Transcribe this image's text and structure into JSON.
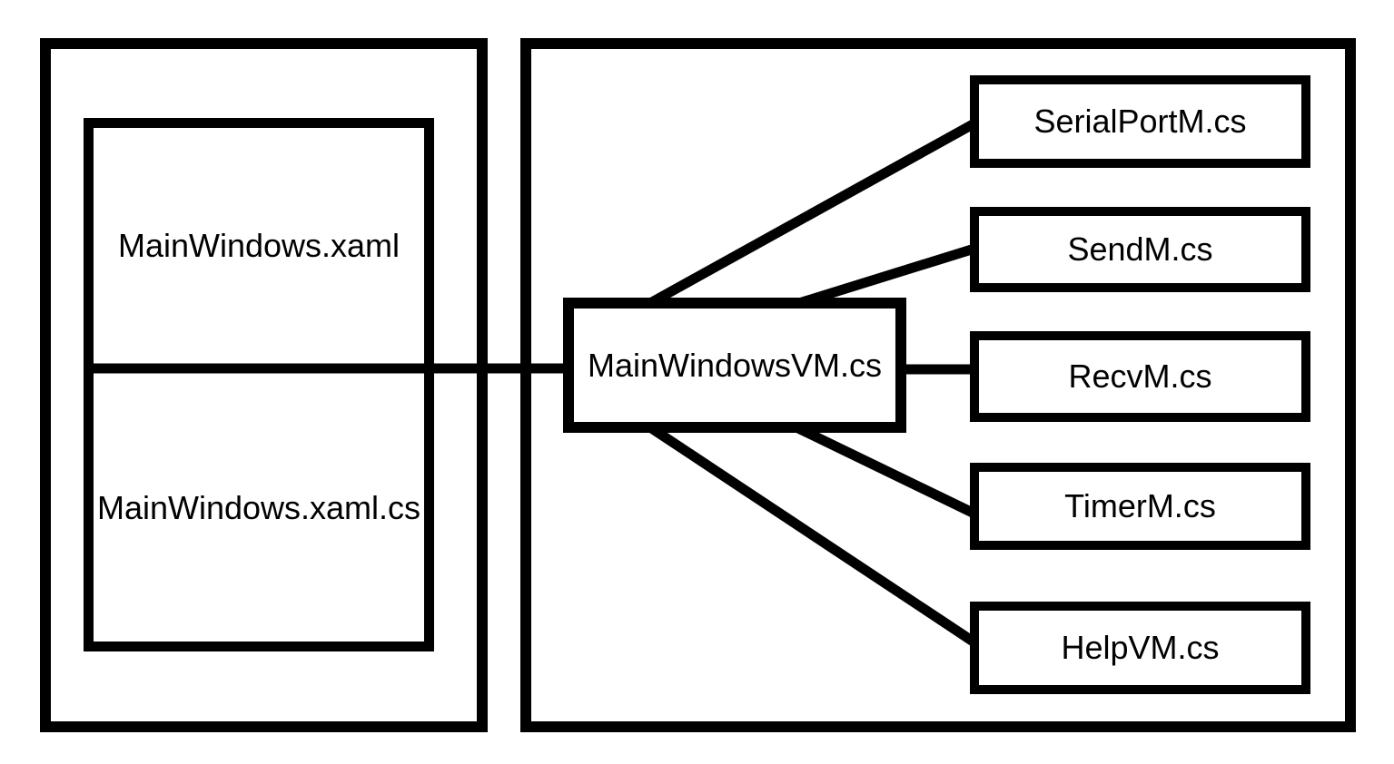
{
  "diagram": {
    "kind": "mvvm-architecture-diagram",
    "left_group": {
      "view_label": "MainWindows.xaml",
      "codebehind_label": "MainWindows.xaml.cs"
    },
    "viewmodel": {
      "label": "MainWindowsVM.cs"
    },
    "models": [
      {
        "label": "SerialPortM.cs"
      },
      {
        "label": "SendM.cs"
      },
      {
        "label": "RecvM.cs"
      },
      {
        "label": "TimerM.cs"
      },
      {
        "label": "HelpVM.cs"
      }
    ],
    "connections": [
      {
        "from": "MainWindows.xaml / MainWindows.xaml.cs",
        "to": "MainWindowsVM.cs"
      },
      {
        "from": "MainWindowsVM.cs",
        "to": "SerialPortM.cs"
      },
      {
        "from": "MainWindowsVM.cs",
        "to": "SendM.cs"
      },
      {
        "from": "MainWindowsVM.cs",
        "to": "RecvM.cs"
      },
      {
        "from": "MainWindowsVM.cs",
        "to": "TimerM.cs"
      },
      {
        "from": "MainWindowsVM.cs",
        "to": "HelpVM.cs"
      }
    ],
    "colors": {
      "stroke": "#000000",
      "text": "#000000",
      "background": "#ffffff"
    }
  }
}
